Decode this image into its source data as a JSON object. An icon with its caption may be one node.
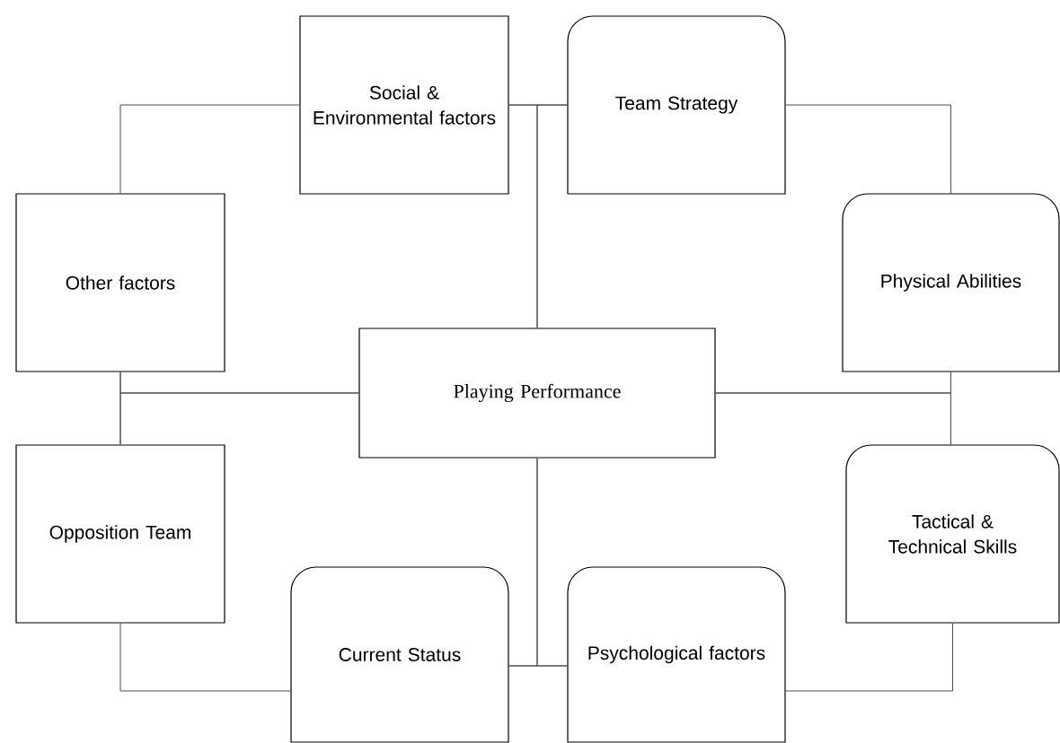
{
  "diagram": {
    "nodes": [
      {
        "text": [
          "Social & Environmental factors"
        ]
      },
      {
        "text": [
          "Team Strategy"
        ]
      },
      {
        "text": [
          "Other factors"
        ]
      },
      {
        "text": [
          "Physical Abilities"
        ]
      },
      {
        "text": [
          "Playing Performance"
        ]
      },
      {
        "text": [
          "Opposition Team"
        ]
      },
      {
        "text": [
          "Tactical & Technical Skills"
        ]
      },
      {
        "text": [
          "Current Status"
        ]
      },
      {
        "text": [
          "Psychological factors"
        ]
      }
    ],
    "edges": [
      {
        "from": 2,
        "to": 0,
        "arrow": "none"
      },
      {
        "from": 0,
        "to": 1,
        "arrow": "none"
      },
      {
        "from": 1,
        "to": 3,
        "arrow": "none"
      },
      {
        "from": 3,
        "to": 6,
        "arrow": "none"
      },
      {
        "from": 6,
        "to": 8,
        "arrow": "none"
      },
      {
        "from": 8,
        "to": 7,
        "arrow": "none"
      },
      {
        "from": 7,
        "to": 5,
        "arrow": "none"
      },
      {
        "from": 5,
        "to": 2,
        "arrow": "none"
      },
      {
        "from": 4,
        "to": 0,
        "arrow": "none"
      },
      {
        "from": 4,
        "to": 1,
        "arrow": "none"
      },
      {
        "from": 4,
        "to": 3,
        "arrow": "none"
      },
      {
        "from": 4,
        "to": 6,
        "arrow": "none"
      },
      {
        "from": 4,
        "to": 8,
        "arrow": "none"
      },
      {
        "from": 4,
        "to": 7,
        "arrow": "none"
      },
      {
        "from": 4,
        "to": 2,
        "arrow": "none"
      },
      {
        "from": 4,
        "to": 5,
        "arrow": "none"
      }
    ]
  }
}
